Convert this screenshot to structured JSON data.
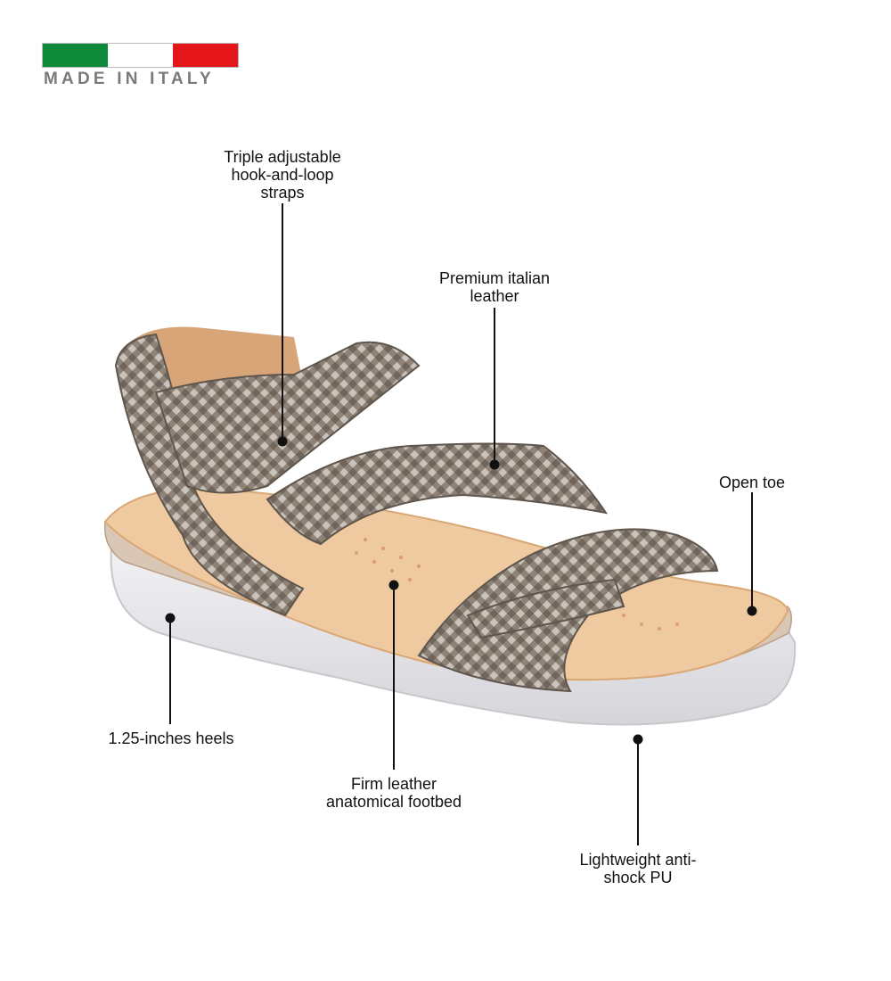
{
  "badge": {
    "text": "MADE IN ITALY",
    "flag_colors": [
      "#0f8a3a",
      "#ffffff",
      "#e5161a"
    ]
  },
  "callouts": {
    "straps": [
      "Triple adjustable",
      "hook-and-loop",
      "straps"
    ],
    "leather": [
      "Premium italian",
      "leather"
    ],
    "toe": [
      "Open toe"
    ],
    "heels": [
      "1.25-inches heels"
    ],
    "footbed": [
      "Firm leather",
      "anatomical footbed"
    ],
    "sole": [
      "Lightweight anti-",
      "shock PU"
    ]
  },
  "colors": {
    "leather": "#9a8c80",
    "footbed": "#efc9a0",
    "sole": "#e4e3e6"
  }
}
